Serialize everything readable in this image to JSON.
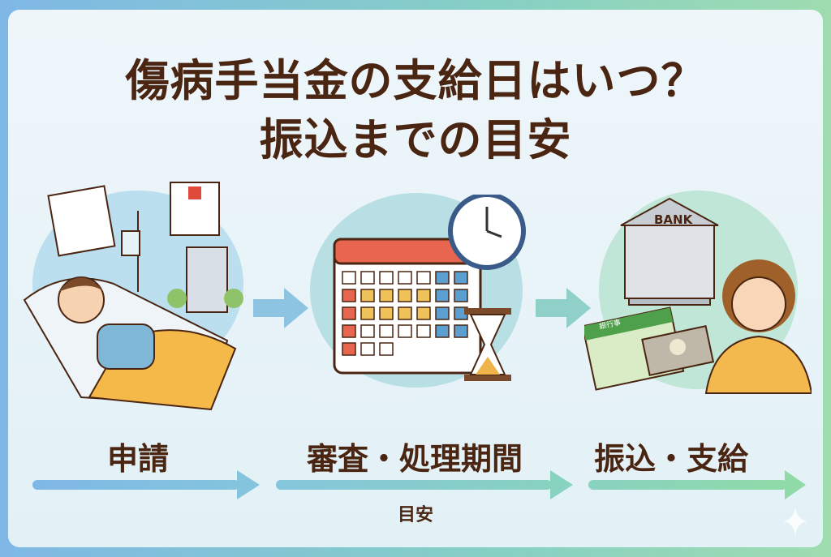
{
  "title": {
    "line1": "傷病手当金の支給日はいつ？",
    "line2": "振込までの目安"
  },
  "steps": [
    {
      "label": "申請"
    },
    {
      "label": "審査・処理期間"
    },
    {
      "label": "振込・支給"
    }
  ],
  "timeline_note": "目安",
  "illustrations": {
    "bank_sign": "BANK",
    "passbook_label": "銀行事"
  },
  "colors": {
    "title": "#4a2512",
    "arrow_start": "#7fb8e6",
    "arrow_end": "#86d8a8"
  }
}
